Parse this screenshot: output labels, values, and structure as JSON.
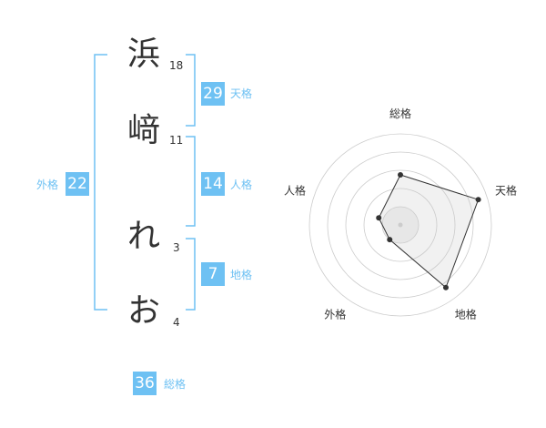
{
  "name": {
    "chars": [
      {
        "char": "浜",
        "strokes": "18"
      },
      {
        "char": "﨑",
        "strokes": "11"
      },
      {
        "char": "れ",
        "strokes": "3"
      },
      {
        "char": "お",
        "strokes": "4"
      }
    ]
  },
  "kaku": {
    "tenkaku": {
      "value": "29",
      "label": "天格"
    },
    "jinkaku": {
      "value": "14",
      "label": "人格"
    },
    "chikaku": {
      "value": "7",
      "label": "地格"
    },
    "gaikaku": {
      "value": "22",
      "label": "外格"
    },
    "soukaku": {
      "value": "36",
      "label": "総格"
    }
  },
  "colors": {
    "accent": "#6ec1f3",
    "text": "#333333",
    "grid": "#cccccc"
  },
  "chart_data": {
    "type": "radar",
    "axes": [
      "総格",
      "天格",
      "地格",
      "外格",
      "人格"
    ],
    "values": [
      0.55,
      0.9,
      0.85,
      0.2,
      0.25
    ],
    "rings": 5
  }
}
